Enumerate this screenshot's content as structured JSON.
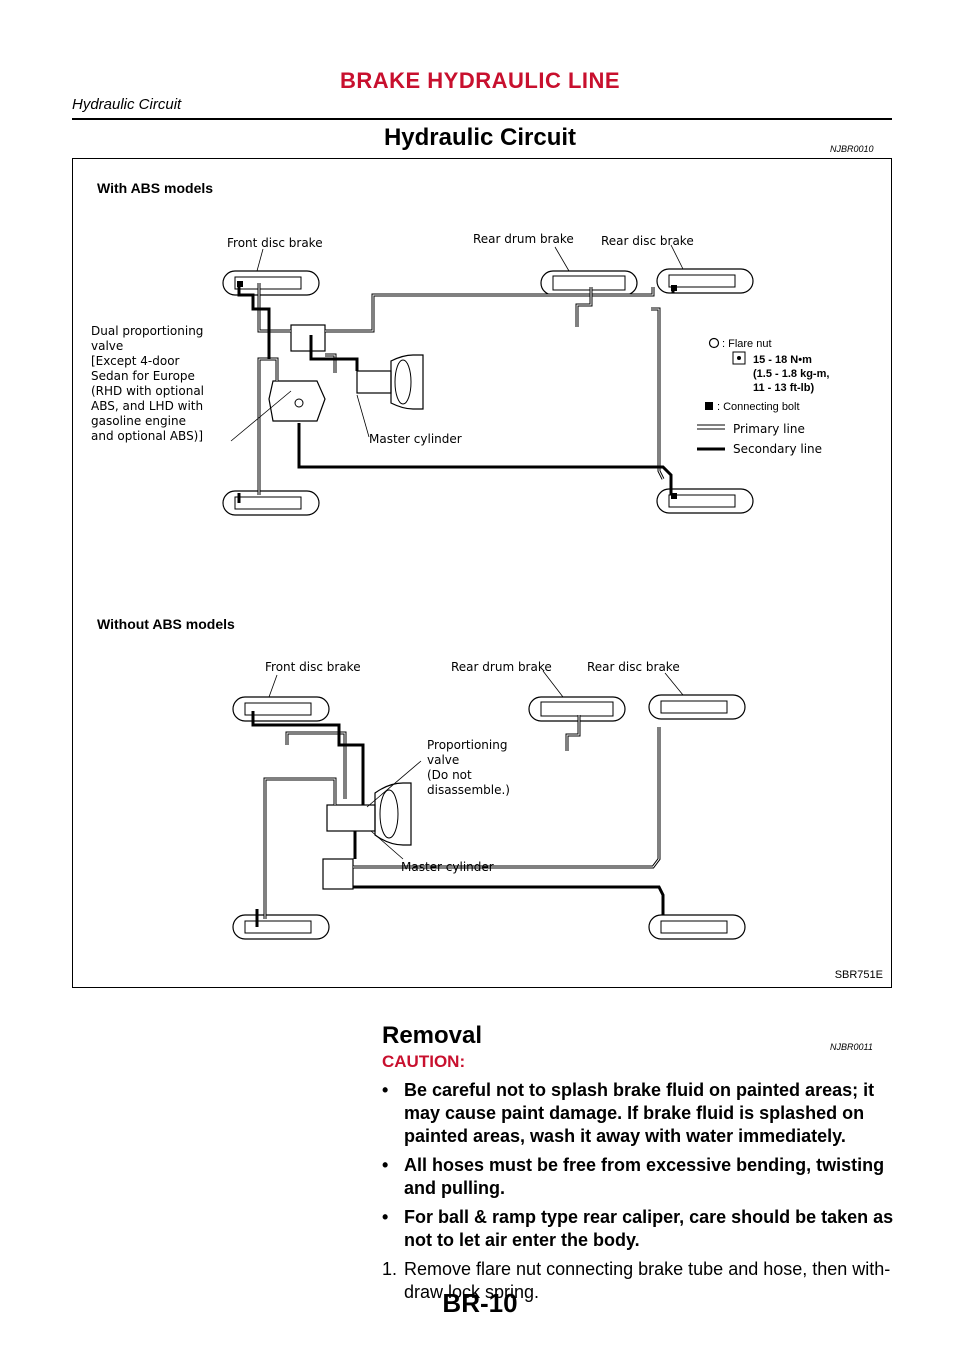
{
  "header": {
    "title": "BRAKE HYDRAULIC LINE",
    "subtitle": "Hydraulic Circuit"
  },
  "section1": {
    "title": "Hydraulic Circuit",
    "code": "NJBR0010"
  },
  "figure": {
    "id": "SBR751E",
    "abs": {
      "heading": "With ABS models",
      "front_disc": "Front disc brake",
      "rear_drum": "Rear drum brake",
      "rear_disc": "Rear disc brake",
      "valve_lines": [
        "Dual proportioning",
        "valve",
        "[Except 4-door",
        "Sedan for Europe",
        "(RHD with optional",
        "ABS, and LHD with",
        "gasoline engine",
        "and optional ABS)]"
      ],
      "master": "Master cylinder"
    },
    "legend": {
      "flare_nut": ": Flare nut",
      "torque_lines": [
        "15 - 18 N•m",
        "(1.5 - 1.8 kg-m,",
        "11 - 13 ft-lb)"
      ],
      "connecting_bolt": ": Connecting bolt",
      "primary": "Primary line",
      "secondary": "Secondary line"
    },
    "noabs": {
      "heading": "Without ABS models",
      "front_disc": "Front disc brake",
      "rear_drum": "Rear drum brake",
      "rear_disc": "Rear disc brake",
      "valve_lines": [
        "Proportioning",
        "valve",
        "(Do not",
        "disassemble.)"
      ],
      "master": "Master cylinder"
    }
  },
  "section2": {
    "title": "Removal",
    "code": "NJBR0011",
    "caution": "CAUTION:",
    "bullet_mark": "•",
    "bullets": [
      "Be careful not to splash brake fluid on painted areas; it may cause paint damage. If brake fluid is splashed on painted areas, wash it away with water immediately.",
      "All hoses must be free from excessive bending, twisting and pulling.",
      "For ball & ramp type rear caliper, care should be taken as not to let air enter the body."
    ],
    "steps": [
      {
        "num": "1.",
        "text": "Remove flare nut connecting brake tube and hose, then with-draw lock spring."
      }
    ]
  },
  "page_number": "BR-10"
}
